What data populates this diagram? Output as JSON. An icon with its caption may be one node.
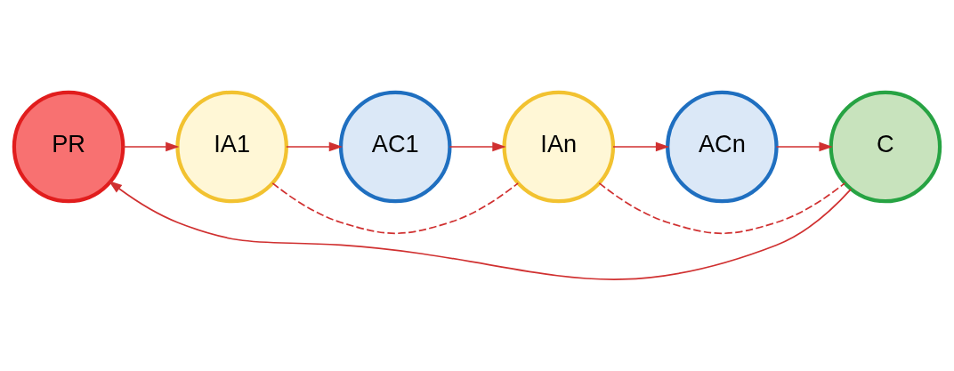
{
  "diagram": {
    "nodes": [
      {
        "text": [
          "PR"
        ]
      },
      {
        "text": [
          "IA1"
        ]
      },
      {
        "text": [
          "AC1"
        ]
      },
      {
        "text": [
          "IAn"
        ]
      },
      {
        "text": [
          "ACn"
        ]
      },
      {
        "text": [
          "C"
        ]
      }
    ],
    "edges": [
      {
        "from": 0,
        "to": 1,
        "arrow": "to"
      },
      {
        "from": 1,
        "to": 2,
        "arrow": "to"
      },
      {
        "from": 2,
        "to": 3,
        "arrow": "to"
      },
      {
        "from": 3,
        "to": 4,
        "arrow": "to"
      },
      {
        "from": 4,
        "to": 5,
        "arrow": "to"
      },
      {
        "from": 1,
        "to": 3,
        "arrow": "none",
        "style": "dashed"
      },
      {
        "from": 3,
        "to": 5,
        "arrow": "none",
        "style": "dashed"
      },
      {
        "from": 5,
        "to": 0,
        "arrow": "to"
      }
    ]
  }
}
